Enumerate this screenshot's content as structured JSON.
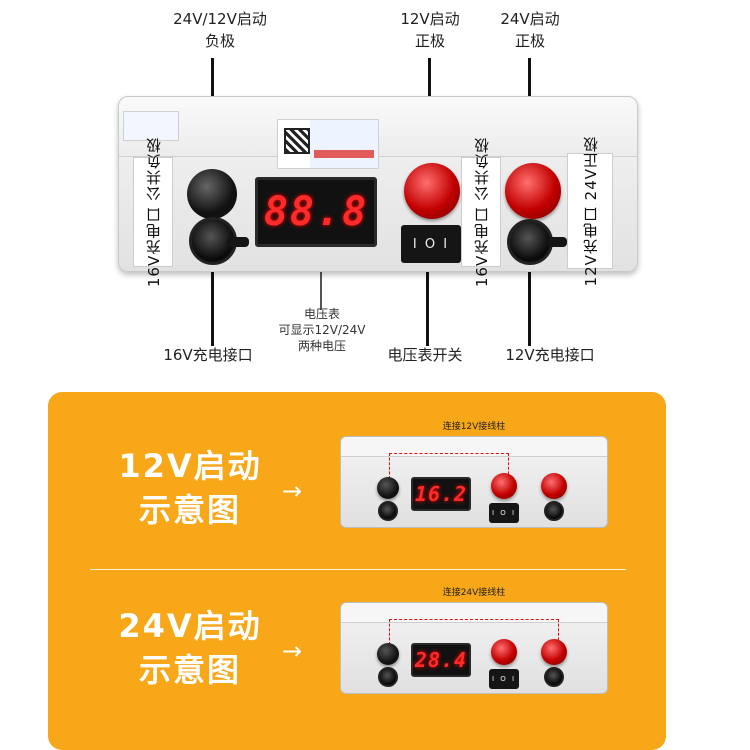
{
  "callouts": {
    "neg_12v_24v": "24V/12V启动",
    "neg_label": "负极",
    "pos_12v": "12V启动",
    "pos_12v_label": "正极",
    "pos_24v": "24V启动",
    "pos_24v_label": "正极",
    "voltmeter_line1": "电压表",
    "voltmeter_line2": "可显示12V/24V",
    "voltmeter_line3": "两种电压",
    "port_16v": "16V充电接口",
    "voltmeter_switch": "电压表开关",
    "port_12v": "12V充电接口"
  },
  "device": {
    "label_left": "16V充电口  公共负极",
    "label_mid": "16V充电口  公共负极",
    "label_right": "12V充电口  24V正极",
    "voltmeter_reading": "88.8",
    "switch_text": "I O I"
  },
  "panel": {
    "title1_line1": "12V启动",
    "title1_line2": "示意图",
    "title2_line1": "24V启动",
    "title2_line2": "示意图",
    "arrow": "→",
    "caption1": "连接12V接线柱",
    "caption2": "连接24V接线柱",
    "reading1": "16.2",
    "reading2": "28.4",
    "switch_text": "I O I"
  },
  "colors": {
    "panel_orange": "#f7a718",
    "display_red": "#ff2a2a",
    "post_red": "#c20000"
  }
}
